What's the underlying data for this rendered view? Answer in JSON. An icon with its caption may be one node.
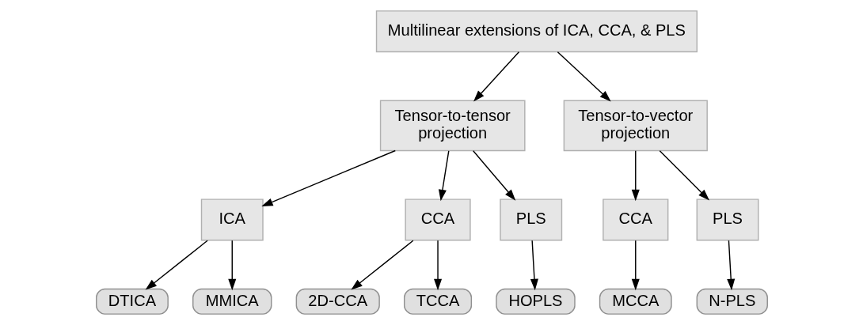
{
  "diagram": {
    "nodes": [
      {
        "text": [
          "Multilinear extensions of ICA, CCA, & PLS"
        ]
      },
      {
        "text": [
          "Tensor-to-tensor projection"
        ]
      },
      {
        "text": [
          "Tensor-to-vector projection"
        ]
      },
      {
        "text": [
          "ICA"
        ]
      },
      {
        "text": [
          "CCA"
        ]
      },
      {
        "text": [
          "PLS"
        ]
      },
      {
        "text": [
          "CCA"
        ]
      },
      {
        "text": [
          "PLS"
        ]
      },
      {
        "text": [
          "DTICA"
        ]
      },
      {
        "text": [
          "MMICA"
        ]
      },
      {
        "text": [
          "2D-CCA"
        ]
      },
      {
        "text": [
          "TCCA"
        ]
      },
      {
        "text": [
          "HOPLS"
        ]
      },
      {
        "text": [
          "MCCA"
        ]
      },
      {
        "text": [
          "N-PLS"
        ]
      }
    ],
    "edges": [
      {
        "from": 0,
        "to": 1,
        "arrow": "to"
      },
      {
        "from": 0,
        "to": 2,
        "arrow": "to"
      },
      {
        "from": 1,
        "to": 3,
        "arrow": "to"
      },
      {
        "from": 1,
        "to": 4,
        "arrow": "to"
      },
      {
        "from": 1,
        "to": 5,
        "arrow": "to"
      },
      {
        "from": 2,
        "to": 6,
        "arrow": "to"
      },
      {
        "from": 2,
        "to": 7,
        "arrow": "to"
      },
      {
        "from": 3,
        "to": 8,
        "arrow": "to"
      },
      {
        "from": 3,
        "to": 9,
        "arrow": "to"
      },
      {
        "from": 4,
        "to": 10,
        "arrow": "to"
      },
      {
        "from": 4,
        "to": 11,
        "arrow": "to"
      },
      {
        "from": 5,
        "to": 12,
        "arrow": "to"
      },
      {
        "from": 6,
        "to": 13,
        "arrow": "to"
      },
      {
        "from": 7,
        "to": 14,
        "arrow": "to"
      }
    ]
  }
}
